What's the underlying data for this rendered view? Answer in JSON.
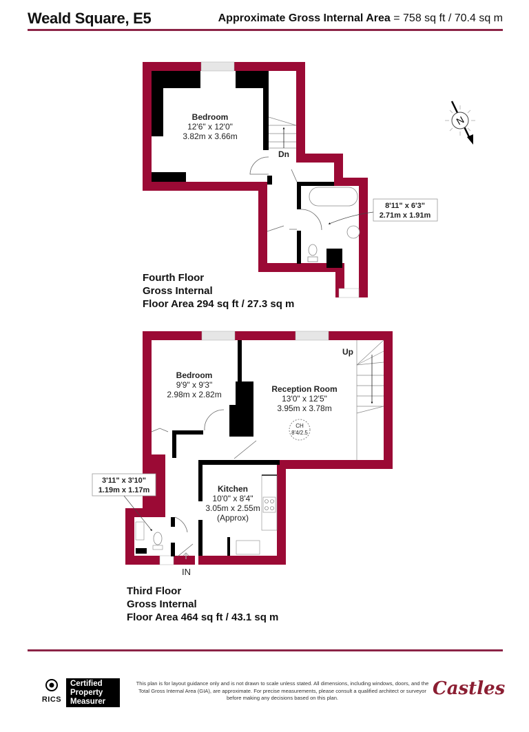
{
  "header": {
    "title": "Weald Square, E5",
    "area_label": "Approximate Gross Internal Area",
    "area_value": "= 758 sq ft / 70.4 sq m"
  },
  "compass": {
    "icon": "north-arrow-icon",
    "letter": "N"
  },
  "fourth_floor": {
    "label_line1": "Fourth Floor",
    "label_line2": "Gross Internal",
    "label_line3": "Floor Area 294 sq ft / 27.3 sq m",
    "rooms": [
      {
        "name": "Bedroom",
        "imperial": "12'6\" x 12'0\"",
        "metric": "3.82m x 3.66m"
      }
    ],
    "bathroom_callout": {
      "imperial": "8'11\" x 6'3\"",
      "metric": "2.71m x 1.91m"
    },
    "stairs_label": "Dn"
  },
  "third_floor": {
    "label_line1": "Third Floor",
    "label_line2": "Gross Internal",
    "label_line3": "Floor Area 464 sq ft / 43.1 sq m",
    "rooms": [
      {
        "name": "Bedroom",
        "imperial": "9'9\" x 9'3\"",
        "metric": "2.98m x 2.82m"
      },
      {
        "name": "Reception Room",
        "imperial": "13'0\" x 12'5\"",
        "metric": "3.95m x 3.78m"
      },
      {
        "name": "Kitchen",
        "imperial": "10'0\" x 8'4\"",
        "metric": "3.05m x 2.55m",
        "note": "(Approx)"
      }
    ],
    "wc_callout": {
      "imperial": "3'11\" x 3'10\"",
      "metric": "1.19m x 1.17m"
    },
    "ceiling_height": {
      "label": "CH",
      "value": "8'4/2.5"
    },
    "stairs_label": "Up",
    "entrance_label": "IN"
  },
  "footer": {
    "rics_text": "RICS",
    "badge_lines": [
      "Certified",
      "Property",
      "Measurer"
    ],
    "disclaimer": "This plan is for layout guidance only and is not drawn to scale unless stated. All dimensions, including windows, doors, and the Total Gross Internal Area (GIA), are approximate. For precise measurements, please consult a qualified architect or surveyor before making any decisions based on this plan.",
    "brand": "Castles"
  },
  "colors": {
    "wall": "#9b0a35",
    "rule": "#8b2346",
    "brand": "#8b1e32"
  }
}
